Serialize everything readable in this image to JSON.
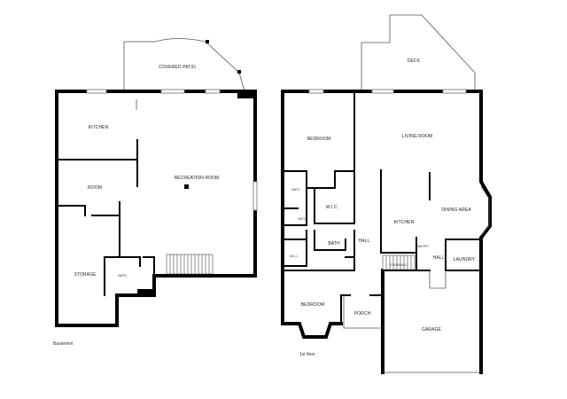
{
  "basement": {
    "caption": "Basement",
    "rooms": {
      "covered_patio": "COVERED PATIO",
      "kitchen": "KITCHEN",
      "room": "ROOM",
      "recreation_room": "RECREATION ROOM",
      "storage": "STORAGE",
      "bath": "BATH"
    }
  },
  "first_floor": {
    "caption": "1st floor",
    "rooms": {
      "deck": "DECK",
      "bedroom_top": "BEDROOM",
      "living_room": "LIVING ROOM",
      "bath_small": "BATH",
      "wic_large": "W.I.C.",
      "bath_tiny": "BATH",
      "dining_area": "DINING AREA",
      "kitchen": "KITCHEN",
      "bath_mid": "BATH",
      "hall_left": "HALL",
      "wic_small": "W.I.C.",
      "pantry": "PANTRY",
      "hall_right": "HALL",
      "laundry": "LAUNDRY",
      "stairwell": "STAIRWELL",
      "bedroom_bottom": "BEDROOM",
      "porch": "PORCH",
      "garage": "GARAGE"
    }
  }
}
